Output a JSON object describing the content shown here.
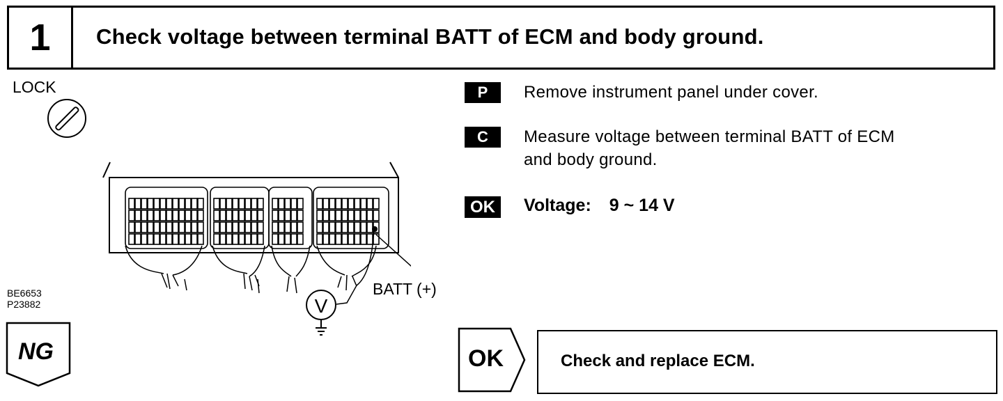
{
  "header": {
    "step_number": "1",
    "title": "Check voltage between terminal BATT of ECM and body ground."
  },
  "figure": {
    "lock_label": "LOCK",
    "batt_label": "BATT (+)",
    "meter_symbol": "V",
    "codes": [
      "BE6653",
      "P23882"
    ]
  },
  "instructions": [
    {
      "badge": "P",
      "lines": [
        "Remove instrument panel under cover."
      ]
    },
    {
      "badge": "C",
      "lines": [
        "Measure voltage between terminal BATT of ECM",
        "and body ground."
      ]
    }
  ],
  "ok_spec": {
    "badge": "OK",
    "label": "Voltage:",
    "value": "9 ~ 14 V"
  },
  "ng_branch": {
    "label": "NG"
  },
  "ok_branch": {
    "label": "OK",
    "action": "Check and replace ECM."
  }
}
